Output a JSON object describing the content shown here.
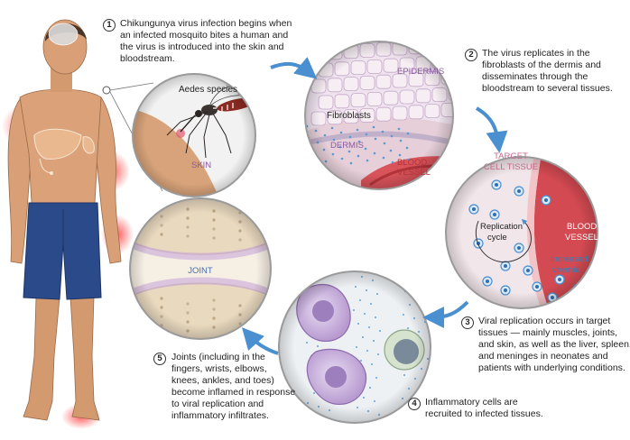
{
  "steps": [
    {
      "number": "1",
      "lines": [
        "Chikungunya virus infection begins when",
        "an infected mosquito bites a human and",
        "the virus is introduced into the skin and",
        "bloodstream."
      ]
    },
    {
      "number": "2",
      "lines": [
        "The virus replicates in the",
        "fibroblasts of the dermis and",
        "disseminates through the",
        "bloodstream to several tissues."
      ]
    },
    {
      "number": "3",
      "lines": [
        "Viral replication occurs in target",
        "tissues — mainly muscles, joints,",
        "and skin, as well as the liver, spleen,",
        "and meninges in neonates and",
        "patients with underlying conditions."
      ]
    },
    {
      "number": "4",
      "lines": [
        "Inflammatory cells are",
        "recruited to infected tissues."
      ]
    },
    {
      "number": "5",
      "lines": [
        "Joints (including in the",
        "fingers, wrists, elbows,",
        "knees, ankles, and toes)",
        "become inflamed in response",
        "to viral replication and",
        "inflammatory infiltrates."
      ]
    }
  ],
  "labels": {
    "aedes": "Aedes species",
    "skin": "SKIN",
    "epidermis": "EPIDERMIS",
    "fibroblasts": "Fibroblasts",
    "dermis": "DERMIS",
    "blood_vessel_1": "BLOOD",
    "blood_vessel_2": "VESSEL",
    "target_1": "TARGET",
    "target_2": "CELL TISSUE",
    "replication_1": "Replication",
    "replication_2": "cycle",
    "increased_1": "Increased",
    "increased_2": "viremia",
    "joint": "JOINT"
  },
  "colors": {
    "skin_tone": "#d9a077",
    "shorts": "#2b4a8a",
    "inflammation": "#e8363a",
    "tissue_label": "#8a5aa0",
    "vessel_label": "#b2343a",
    "viremia_label": "#2f7fbf",
    "arrow": "#4a8fd0"
  }
}
